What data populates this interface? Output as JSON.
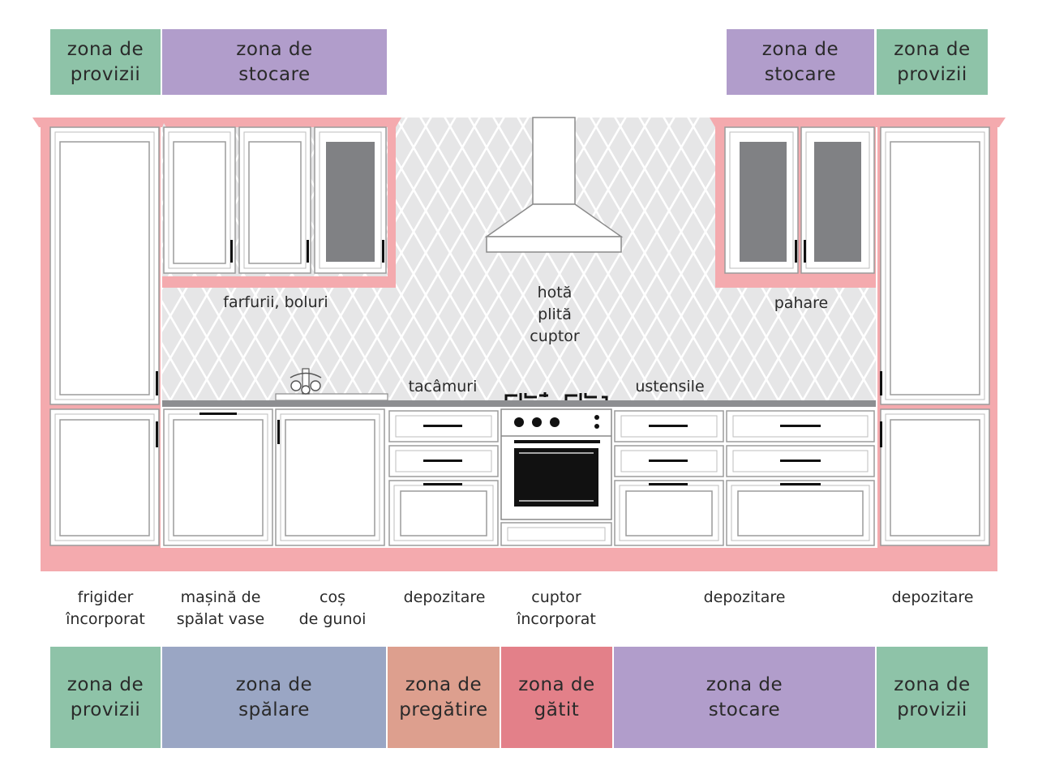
{
  "colors": {
    "provizii": "#8ec3a8",
    "stocare": "#b19dcb",
    "spalare": "#9aa6c4",
    "pregatire": "#dd9f8e",
    "gatit": "#e38089",
    "pink": "#f4aaae",
    "glass": "#808184"
  },
  "top_zones": [
    {
      "line1": "zona de",
      "line2": "provizii",
      "color": "#8ec3a8"
    },
    {
      "line1": "zona de",
      "line2": "stocare",
      "color": "#b19dcb"
    },
    {
      "line1": "zona de",
      "line2": "stocare",
      "color": "#b19dcb"
    },
    {
      "line1": "zona de",
      "line2": "provizii",
      "color": "#8ec3a8"
    }
  ],
  "bottom_zones": [
    {
      "line1": "zona de",
      "line2": "provizii",
      "color": "#8ec3a8"
    },
    {
      "line1": "zona de",
      "line2": "spălare",
      "color": "#9aa6c4"
    },
    {
      "line1": "zona de",
      "line2": "pregătire",
      "color": "#dd9f8e"
    },
    {
      "line1": "zona de",
      "line2": "gătit",
      "color": "#e38089"
    },
    {
      "line1": "zona de",
      "line2": "stocare",
      "color": "#b19dcb"
    },
    {
      "line1": "zona de",
      "line2": "provizii",
      "color": "#8ec3a8"
    }
  ],
  "wall_labels": {
    "plates": "farfurii, boluri",
    "hood": "hotă",
    "hob": "plită",
    "oven": "cuptor",
    "glasses": "pahare",
    "cutlery": "tacâmuri",
    "utensils": "ustensile"
  },
  "appliance_labels": {
    "fridge": {
      "line1": "frigider",
      "line2": "încorporat"
    },
    "dishwasher": {
      "line1": "mașină de",
      "line2": "spălat vase"
    },
    "bin": {
      "line1": "coș",
      "line2": "de gunoi"
    },
    "storage_left": {
      "line1": "depozitare"
    },
    "oven": {
      "line1": "cuptor",
      "line2": "încorporat"
    },
    "storage_mid": {
      "line1": "depozitare"
    },
    "storage_right": {
      "line1": "depozitare"
    }
  }
}
